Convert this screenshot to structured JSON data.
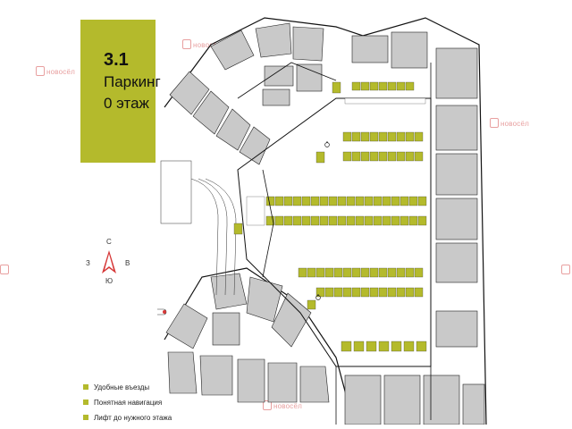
{
  "header": {
    "number": "3.1",
    "title_line1": "Паркинг",
    "title_line2": "0 этаж"
  },
  "watermark": {
    "brand": "новосёл"
  },
  "compass": {
    "north": "С",
    "east": "В",
    "south": "Ю",
    "west": "З"
  },
  "legend": {
    "items": [
      {
        "label": "Удобные въезды"
      },
      {
        "label": "Понятная навигация"
      },
      {
        "label": "Лифт до нужного этажа"
      }
    ]
  },
  "colors": {
    "accent": "#b4ba2c",
    "walls": "#111111",
    "rooms": "#c9c9c9",
    "watermark": "#e8a0a0"
  },
  "icons": {
    "compass": "compass-arrow-icon",
    "accessible": "wheelchair-icon"
  }
}
